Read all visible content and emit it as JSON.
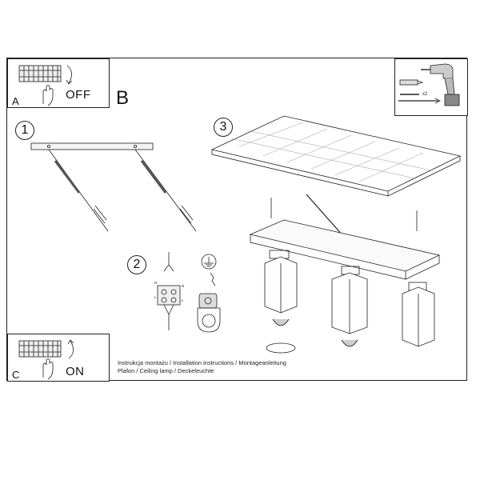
{
  "panels": {
    "a": {
      "letter": "A",
      "switch_label": "OFF",
      "icon": "fuse-box-switch-icon"
    },
    "c": {
      "letter": "C",
      "switch_label": "ON",
      "icon": "fuse-box-switch-icon"
    },
    "tools": {
      "count_label": "x2",
      "icon": "drill-and-wall-plug-icon"
    }
  },
  "sections": {
    "b": {
      "letter": "B"
    }
  },
  "steps": [
    {
      "number": "1",
      "icon": "ceiling-bar-mounting-icon"
    },
    {
      "number": "2",
      "icon": "wire-terminal-ground-icon"
    },
    {
      "number": "3",
      "icon": "ceiling-lamp-assembly-icon"
    }
  ],
  "terminal_labels": [
    "N",
    "L",
    "N",
    "L"
  ],
  "captions": {
    "line1": "Instrukcja montażu / Installation instructions / Montageanleitung",
    "line2": "Plafon / Ceiling lamp / Deckeleuchte"
  }
}
